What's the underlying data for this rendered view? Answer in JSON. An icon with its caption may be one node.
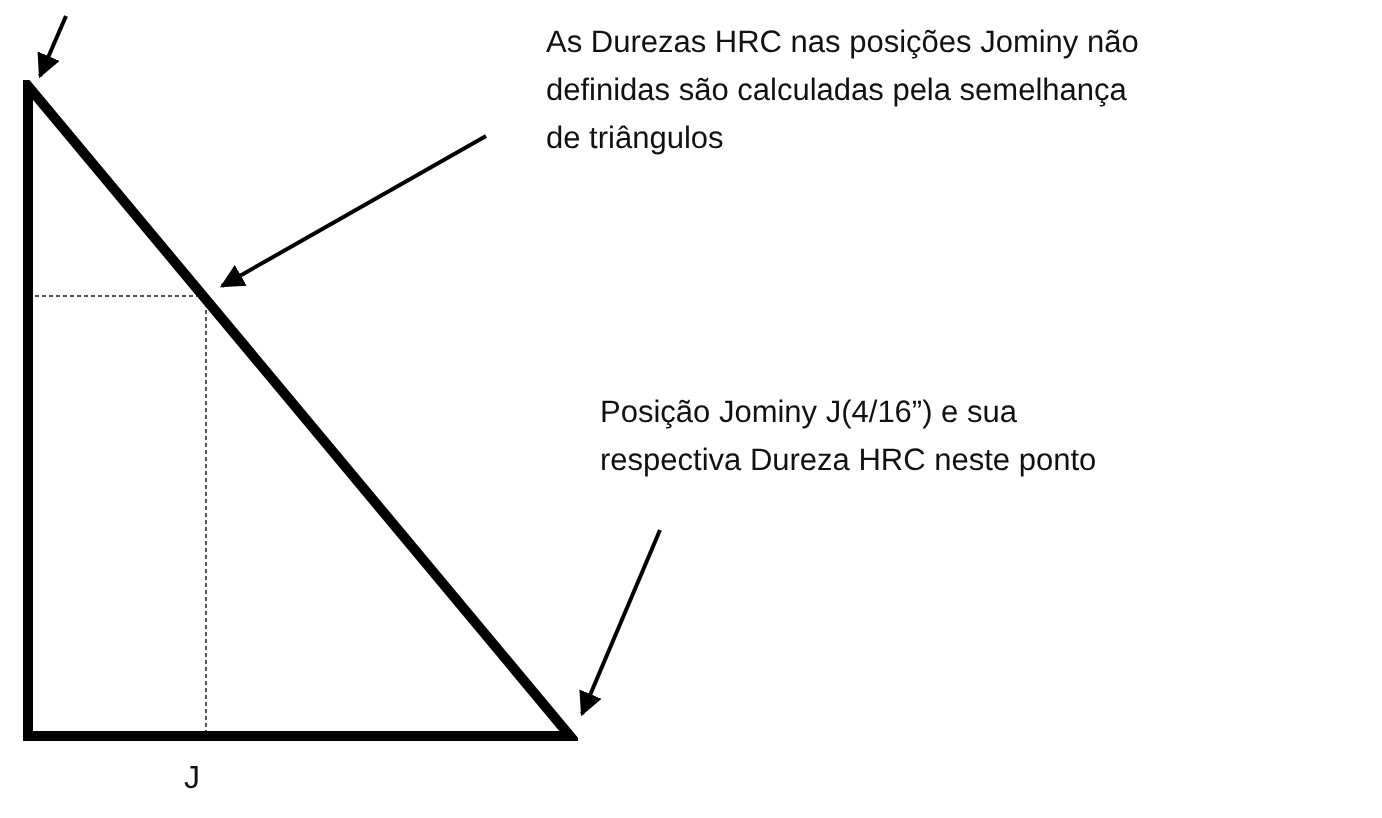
{
  "diagram": {
    "nodes": [
      {
        "text": [
          "As Durezas HRC nas posições Jominy não definidas são calculadas pela semelhança de triângulos"
        ]
      },
      {
        "text": [
          "Posição Jominy J(4/16”) e sua respectiva Dureza HRC neste ponto"
        ]
      },
      {
        "text": [],
        "shape": "triangle"
      }
    ],
    "edges": [
      {
        "from": null,
        "to": 2,
        "arrow": "to"
      },
      {
        "from": 0,
        "to": 2,
        "arrow": "to"
      },
      {
        "from": 1,
        "to": 2,
        "arrow": "to"
      }
    ],
    "labels": [
      "J"
    ]
  }
}
